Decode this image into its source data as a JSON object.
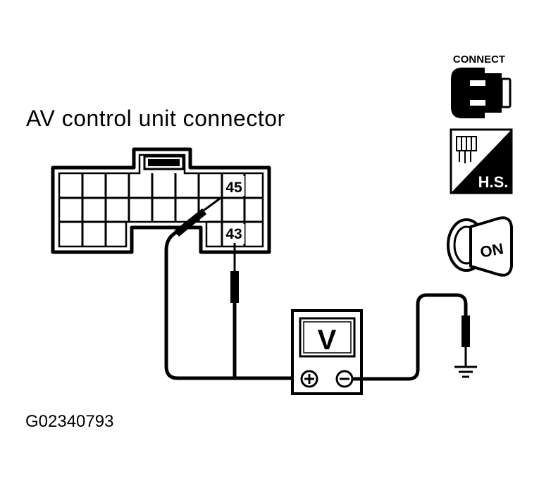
{
  "diagram": {
    "title": "AV control unit connector",
    "figure_id": "G02340793",
    "connector": {
      "terminal_a": "45",
      "terminal_b": "43"
    },
    "meter": {
      "symbol": "V",
      "positive": "+",
      "negative": "−"
    },
    "icons": {
      "connect_label": "CONNECT",
      "harness_label": "H.S.",
      "ignition_label": "ON",
      "connect_icon": "connector-connect-icon",
      "harness_icon": "harness-side-icon",
      "ignition_icon": "ignition-key-on-icon",
      "ground_icon": "ground-icon"
    }
  }
}
